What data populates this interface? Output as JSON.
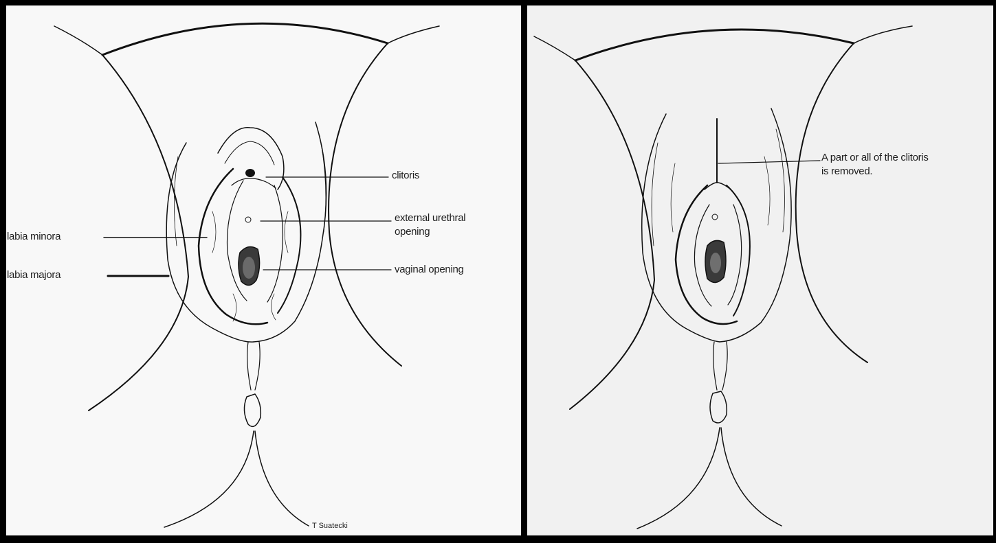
{
  "left_panel": {
    "labels": {
      "clitoris": "clitoris",
      "urethral": "external urethral\nopening",
      "vaginal": "vaginal opening",
      "labia_minora": "labia minora",
      "labia_majora": "labia majora"
    },
    "signature": "T Suatecki"
  },
  "right_panel": {
    "annotation": "A part or all of the clitoris\nis removed."
  }
}
